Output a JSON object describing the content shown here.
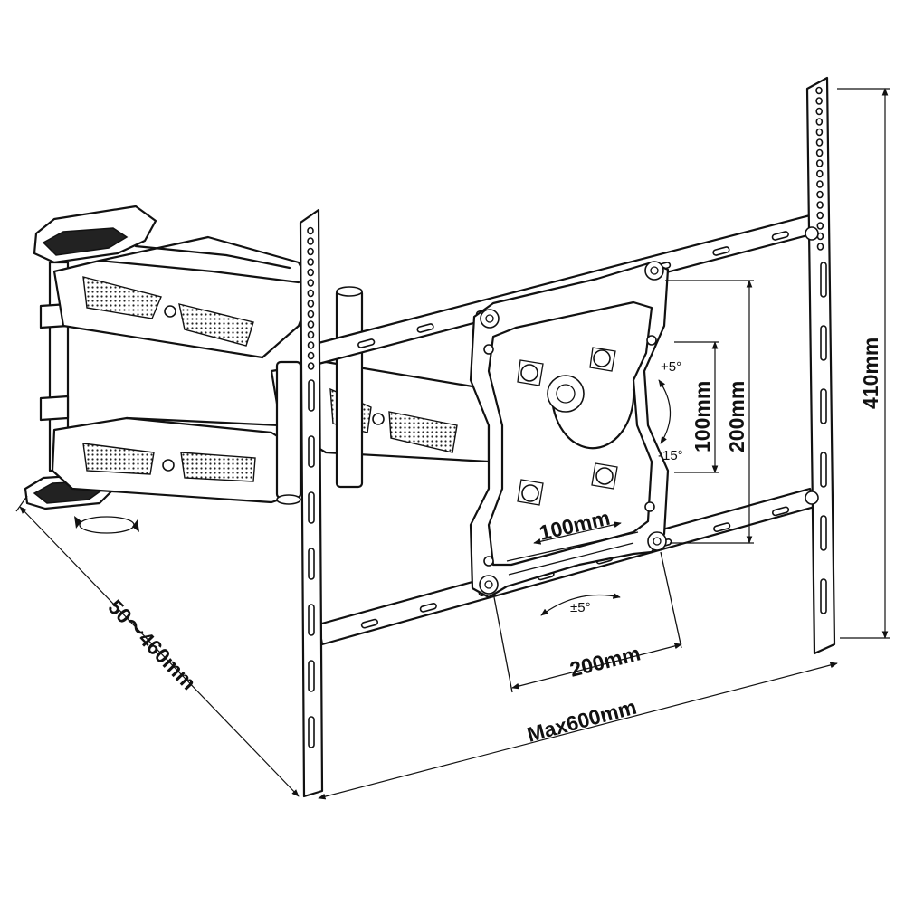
{
  "labels": {
    "depth": "50～460mm",
    "max_width": "Max600mm",
    "vesa_h_200": "200mm",
    "vesa_h_100": "100mm",
    "vesa_v_100": "100mm",
    "vesa_v_200": "200mm",
    "height": "410mm",
    "tilt_up": "+5°",
    "tilt_down": "-15°",
    "rotation": "±5°"
  }
}
